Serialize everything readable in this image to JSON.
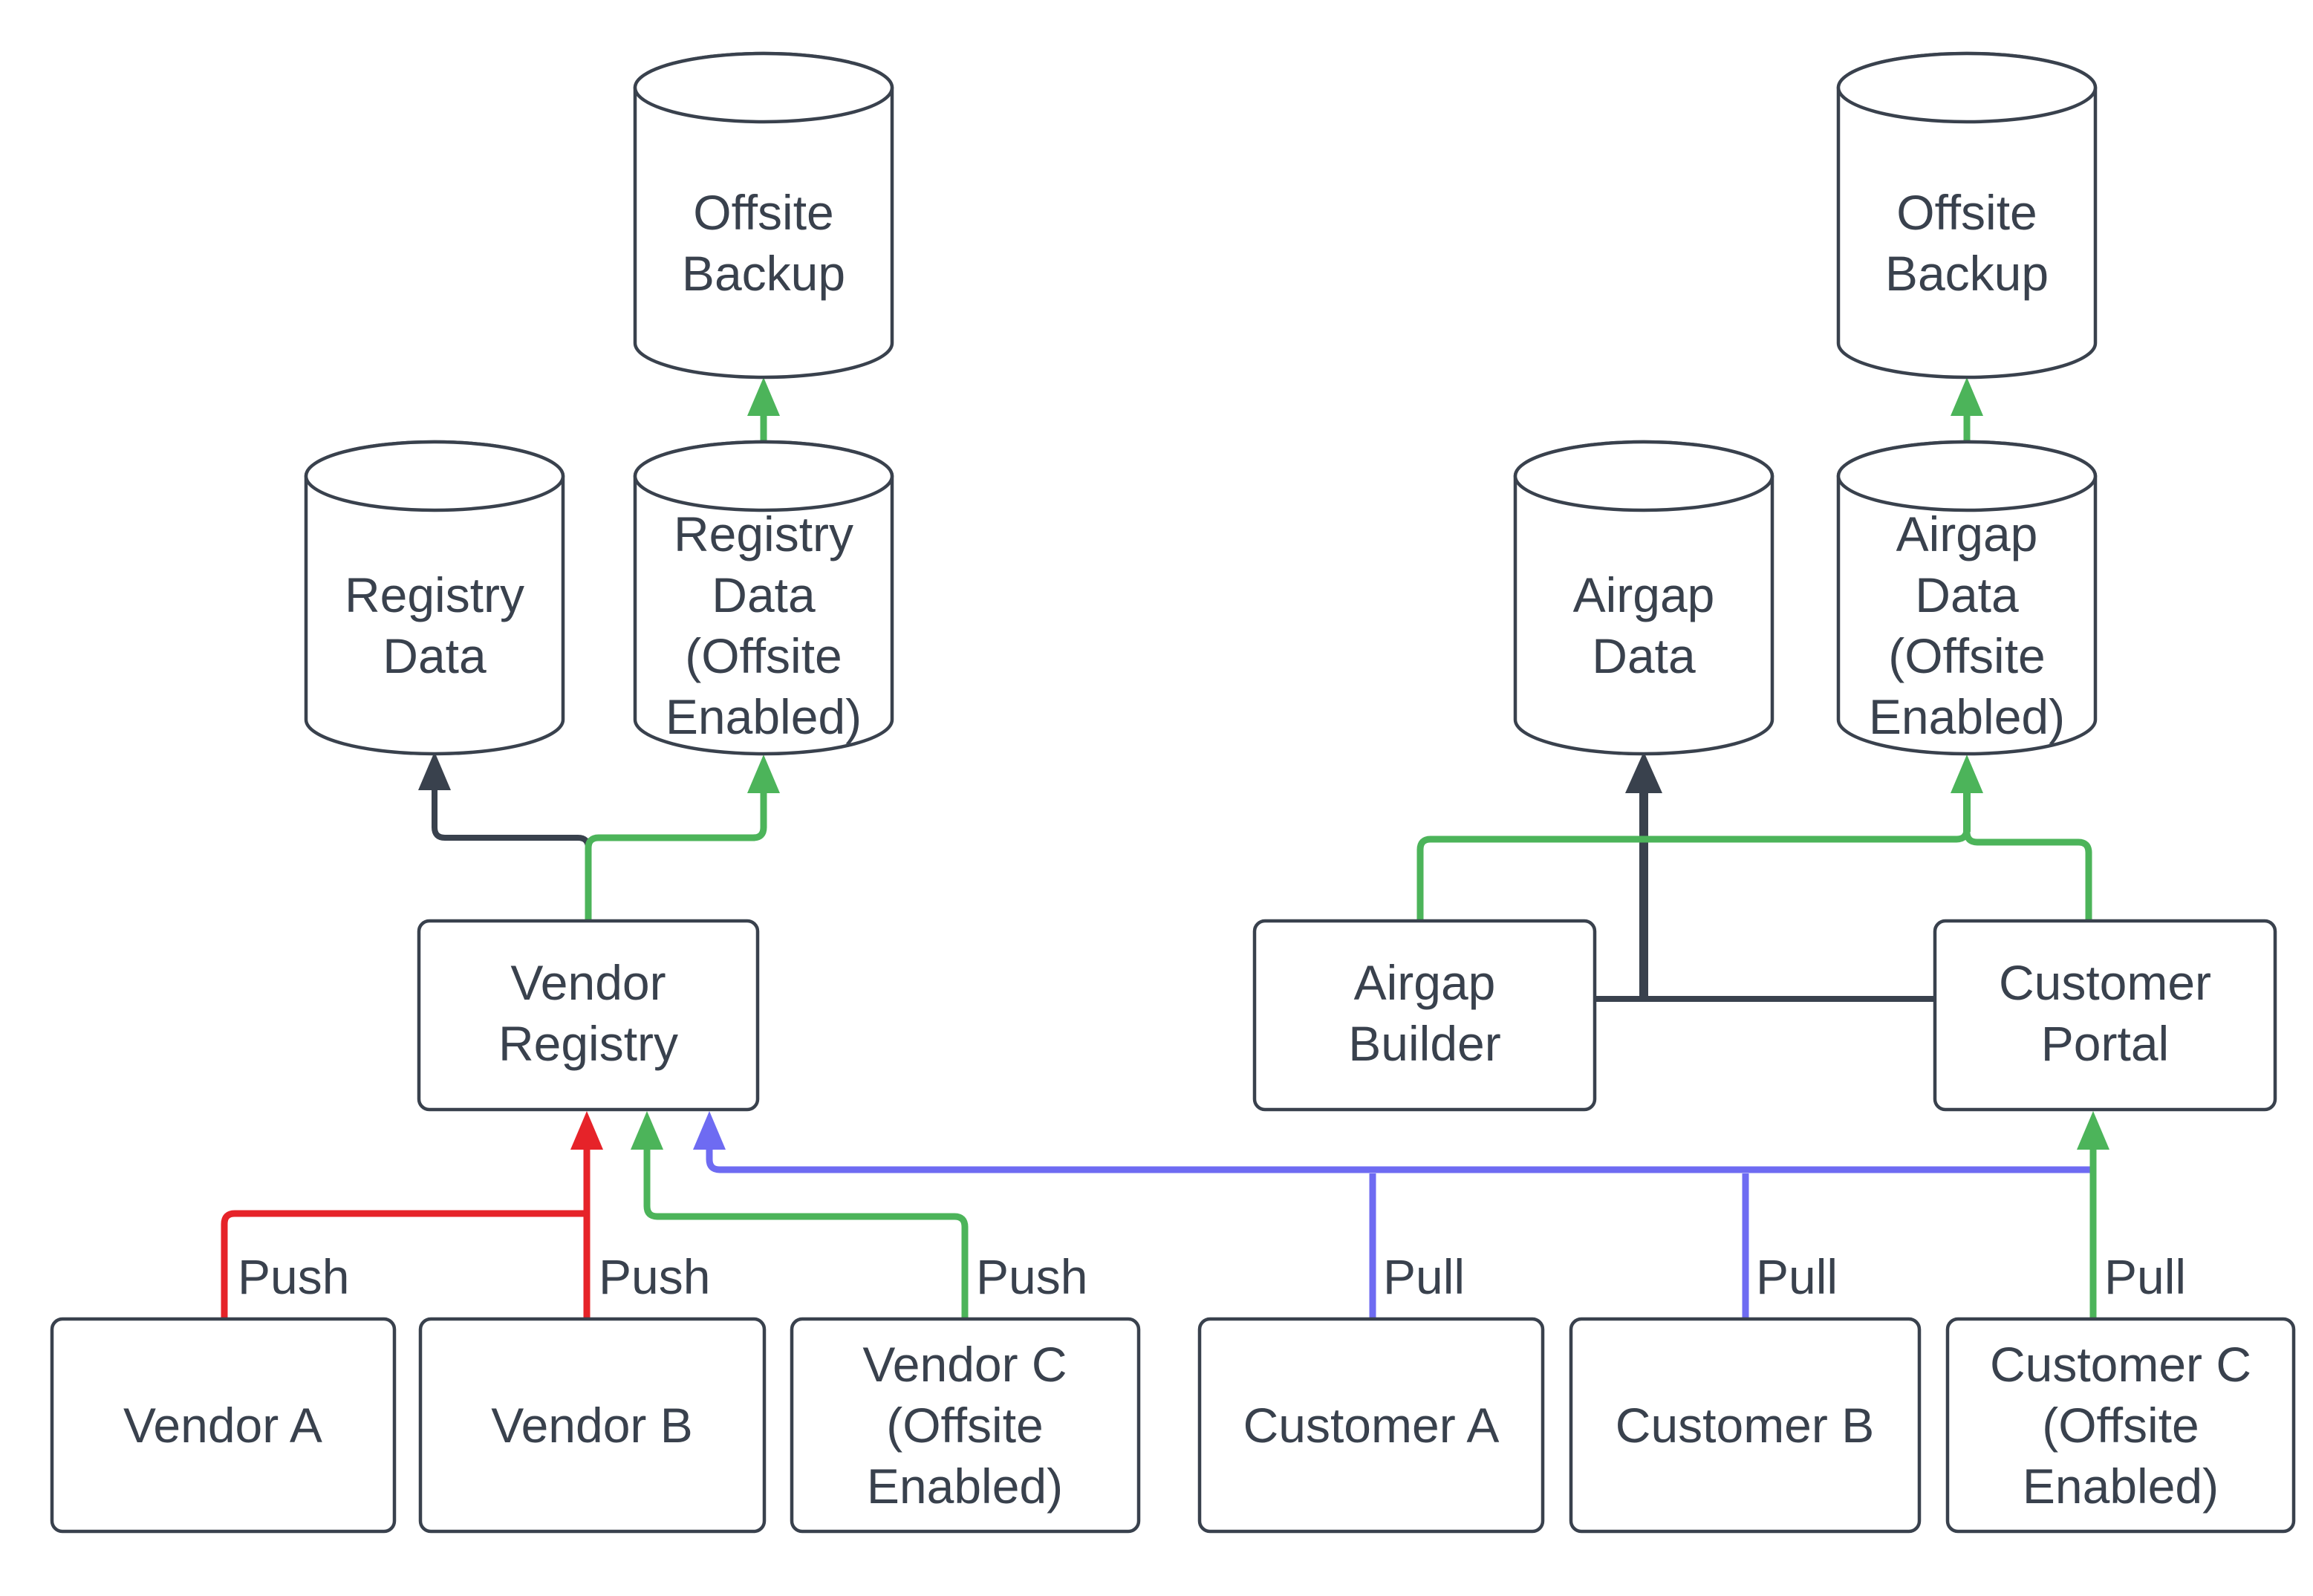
{
  "diagram": {
    "kind": "flowchart",
    "background": "#ffffff",
    "colors": {
      "dark": "#39414d",
      "red": "#e62329",
      "green": "#4cb45a",
      "blue": "#6e6bf2",
      "node_fill": "#ffffff",
      "text": "#39414d"
    },
    "nodes": {
      "offsite_backup_left": {
        "shape": "cylinder",
        "label": "Offsite Backup",
        "lines": {
          "0": "Offsite",
          "1": "Backup"
        }
      },
      "registry_data": {
        "shape": "cylinder",
        "label": "Registry Data",
        "lines": {
          "0": "Registry",
          "1": "Data"
        }
      },
      "registry_data_offsite": {
        "shape": "cylinder",
        "label": "Registry Data (Offsite Enabled)",
        "lines": {
          "0": "Registry",
          "1": "Data",
          "2": "(Offsite",
          "3": "Enabled)"
        }
      },
      "vendor_registry": {
        "shape": "rect",
        "label": "Vendor Registry",
        "lines": {
          "0": "Vendor",
          "1": "Registry"
        }
      },
      "airgap_data": {
        "shape": "cylinder",
        "label": "Airgap Data",
        "lines": {
          "0": "Airgap",
          "1": "Data"
        }
      },
      "airgap_data_offsite": {
        "shape": "cylinder",
        "label": "Airgap Data (Offsite Enabled)",
        "lines": {
          "0": "Airgap",
          "1": "Data",
          "2": "(Offsite",
          "3": "Enabled)"
        }
      },
      "offsite_backup_right": {
        "shape": "cylinder",
        "label": "Offsite Backup",
        "lines": {
          "0": "Offsite",
          "1": "Backup"
        }
      },
      "airgap_builder": {
        "shape": "rect",
        "label": "Airgap Builder",
        "lines": {
          "0": "Airgap",
          "1": "Builder"
        }
      },
      "customer_portal": {
        "shape": "rect",
        "label": "Customer Portal",
        "lines": {
          "0": "Customer",
          "1": "Portal"
        }
      },
      "vendor_a": {
        "shape": "rect",
        "label": "Vendor A",
        "lines": {
          "0": "Vendor A"
        }
      },
      "vendor_b": {
        "shape": "rect",
        "label": "Vendor B",
        "lines": {
          "0": "Vendor B"
        }
      },
      "vendor_c": {
        "shape": "rect",
        "label": "Vendor C (Offsite Enabled)",
        "lines": {
          "0": "Vendor C",
          "1": "(Offsite",
          "2": "Enabled)"
        }
      },
      "customer_a": {
        "shape": "rect",
        "label": "Customer A",
        "lines": {
          "0": "Customer A"
        }
      },
      "customer_b": {
        "shape": "rect",
        "label": "Customer B",
        "lines": {
          "0": "Customer B"
        }
      },
      "customer_c": {
        "shape": "rect",
        "label": "Customer C (Offsite Enabled)",
        "lines": {
          "0": "Customer C",
          "1": "(Offsite",
          "2": "Enabled)"
        }
      }
    },
    "edge_labels": {
      "push_vendor_a": "Push",
      "push_vendor_b": "Push",
      "push_vendor_c": "Push",
      "pull_customer_a": "Pull",
      "pull_customer_b": "Pull",
      "pull_customer_c": "Pull"
    },
    "edges": [
      {
        "from": "vendor_a",
        "to": "vendor_registry",
        "color": "red",
        "label": "Push"
      },
      {
        "from": "vendor_b",
        "to": "vendor_registry",
        "color": "red",
        "label": "Push"
      },
      {
        "from": "vendor_c",
        "to": "vendor_registry",
        "color": "green",
        "label": "Push"
      },
      {
        "from": "vendor_registry",
        "to": "registry_data",
        "color": "dark"
      },
      {
        "from": "vendor_registry",
        "to": "registry_data_offsite",
        "color": "green"
      },
      {
        "from": "registry_data_offsite",
        "to": "offsite_backup_left",
        "color": "green"
      },
      {
        "from": "customer_a",
        "to": "vendor_registry",
        "color": "blue",
        "label": "Pull"
      },
      {
        "from": "customer_b",
        "to": "vendor_registry",
        "color": "blue",
        "label": "Pull"
      },
      {
        "from": "customer_c",
        "to": "customer_portal",
        "color": "green",
        "label": "Pull"
      },
      {
        "from": "airgap_builder",
        "to": "customer_portal",
        "color": "dark"
      },
      {
        "from": "customer_portal",
        "to": "airgap_data",
        "color": "dark"
      },
      {
        "from": "airgap_builder",
        "to": "airgap_data_offsite",
        "color": "green"
      },
      {
        "from": "customer_portal",
        "to": "airgap_data_offsite",
        "color": "green"
      },
      {
        "from": "airgap_data_offsite",
        "to": "offsite_backup_right",
        "color": "green"
      }
    ]
  }
}
